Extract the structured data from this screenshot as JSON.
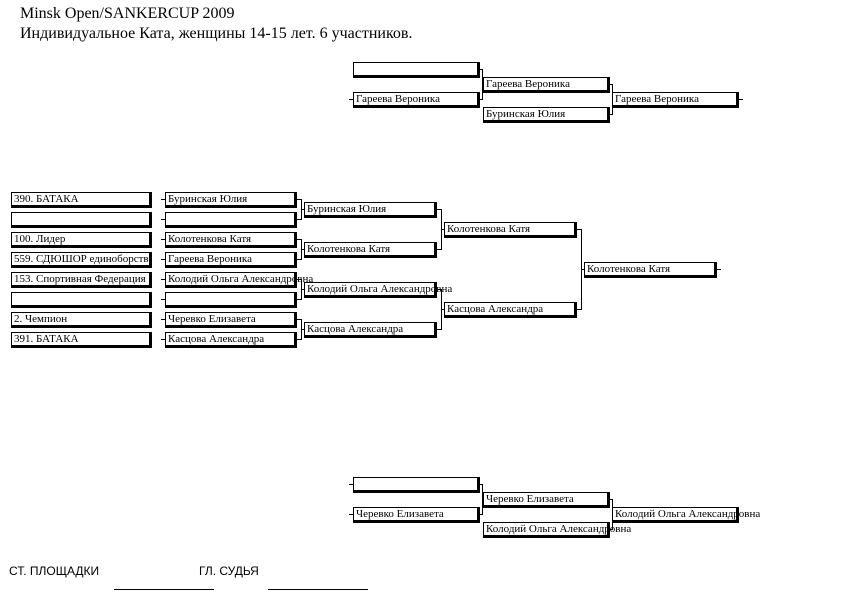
{
  "header": {
    "title": "Minsk Open/SANKERCUP 2009",
    "subtitle": "Индивидуальное Ката, женщины 14-15 лет. 6 участников."
  },
  "top_bracket": {
    "r1a": "",
    "r1b": "Гареева Вероника",
    "r2a": "Гареева Вероника",
    "r2b": "Буринская Юлия",
    "winner": "Гареева Вероника"
  },
  "draw": {
    "clubs": [
      "390. БАТАКА",
      "",
      "100. Лидер",
      "559. СДЮШОР единоборств",
      "153. Спортивная Федерация",
      "",
      "2. Чемпион",
      "391. БАТАКА"
    ],
    "names": [
      "Буринская Юлия",
      "",
      "Колотенкова Катя",
      "Гареева Вероника",
      "Колодий Ольга Александровна",
      "",
      "Черевко Елизавета",
      "Касцова Александра"
    ],
    "round1": [
      "Буринская Юлия",
      "Колотенкова Катя",
      "Колодий Ольга Александровна",
      "Касцова Александра"
    ],
    "semis": [
      "Колотенкова Катя",
      "Касцова Александра"
    ],
    "winner": "Колотенкова Катя"
  },
  "bottom_bracket": {
    "r1a": "",
    "r1b": "Черевко Елизавета",
    "r2a": "Черевко Елизавета",
    "r2b": "Колодий Ольга Александровна",
    "winner": "Колодий Ольга Александровна"
  },
  "footer": {
    "site_chief": "СТ. ПЛОЩАДКИ",
    "chief_judge": "ГЛ. СУДЬЯ"
  }
}
